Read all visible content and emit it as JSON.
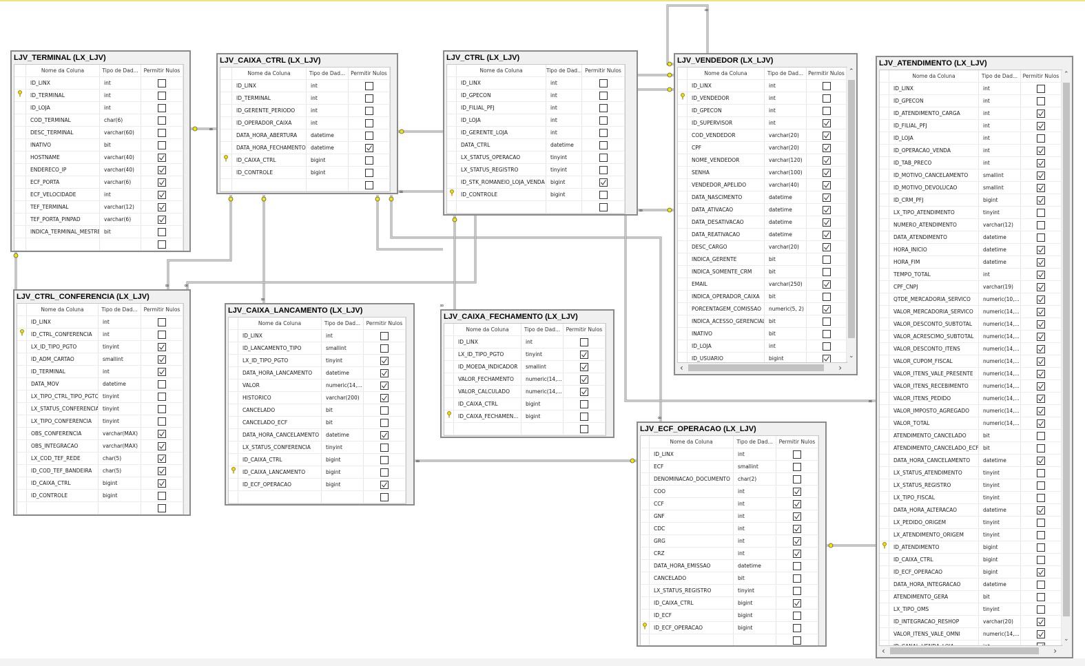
{
  "headers": {
    "name": "Nome da Coluna",
    "type": "Tipo de Dad...",
    "nulls": "Permitir Nulos"
  },
  "tables": [
    {
      "title": "LJV_TERMINAL (LX_LJV)",
      "rows": [
        [
          "ID_LINX",
          "int",
          false,
          false
        ],
        [
          "ID_TERMINAL",
          "int",
          false,
          true
        ],
        [
          "ID_LOJA",
          "int",
          false,
          false
        ],
        [
          "COD_TERMINAL",
          "char(6)",
          false,
          false
        ],
        [
          "DESC_TERMINAL",
          "varchar(60)",
          false,
          false
        ],
        [
          "INATIVO",
          "bit",
          false,
          false
        ],
        [
          "HOSTNAME",
          "varchar(40)",
          true,
          false
        ],
        [
          "ENDERECO_IP",
          "varchar(40)",
          true,
          false
        ],
        [
          "ECF_PORTA",
          "varchar(6)",
          true,
          false
        ],
        [
          "ECF_VELOCIDADE",
          "int",
          true,
          false
        ],
        [
          "TEF_TERMINAL",
          "varchar(12)",
          true,
          false
        ],
        [
          "TEF_PORTA_PINPAD",
          "varchar(6)",
          true,
          false
        ],
        [
          "INDICA_TERMINAL_MESTRE",
          "bit",
          false,
          false
        ]
      ]
    },
    {
      "title": "LJV_CAIXA_CTRL (LX_LJV)",
      "rows": [
        [
          "ID_LINX",
          "int",
          false,
          false
        ],
        [
          "ID_TERMINAL",
          "int",
          false,
          false
        ],
        [
          "ID_GERENTE_PERIODO",
          "int",
          false,
          false
        ],
        [
          "ID_OPERADOR_CAIXA",
          "int",
          false,
          false
        ],
        [
          "DATA_HORA_ABERTURA",
          "datetime",
          false,
          false
        ],
        [
          "DATA_HORA_FECHAMENTO",
          "datetime",
          true,
          false
        ],
        [
          "ID_CAIXA_CTRL",
          "bigint",
          false,
          true
        ],
        [
          "ID_CONTROLE",
          "bigint",
          false,
          false
        ]
      ]
    },
    {
      "title": "LJV_CTRL (LX_LJV)",
      "rows": [
        [
          "ID_LINX",
          "int",
          false,
          false
        ],
        [
          "ID_GPECON",
          "int",
          false,
          false
        ],
        [
          "ID_FILIAL_PFJ",
          "int",
          false,
          false
        ],
        [
          "ID_LOJA",
          "int",
          false,
          false
        ],
        [
          "ID_GERENTE_LOJA",
          "int",
          false,
          false
        ],
        [
          "DATA_CTRL",
          "datetime",
          false,
          false
        ],
        [
          "LX_STATUS_OPERACAO",
          "tinyint",
          false,
          false
        ],
        [
          "LX_STATUS_REGISTRO",
          "tinyint",
          false,
          false
        ],
        [
          "ID_STK_ROMANEIO_LOJA_VENDA",
          "bigint",
          true,
          false
        ],
        [
          "ID_CONTROLE",
          "bigint",
          false,
          true
        ]
      ]
    },
    {
      "title": "LJV_VENDEDOR (LX_LJV)",
      "rows": [
        [
          "ID_LINX",
          "int",
          false,
          false
        ],
        [
          "ID_VENDEDOR",
          "int",
          false,
          true
        ],
        [
          "ID_GPECON",
          "int",
          false,
          false
        ],
        [
          "ID_SUPERVISOR",
          "int",
          true,
          false
        ],
        [
          "COD_VENDEDOR",
          "varchar(20)",
          true,
          false
        ],
        [
          "CPF",
          "varchar(20)",
          true,
          false
        ],
        [
          "NOME_VENDEDOR",
          "varchar(120)",
          true,
          false
        ],
        [
          "SENHA",
          "varchar(100)",
          true,
          false
        ],
        [
          "VENDEDOR_APELIDO",
          "varchar(40)",
          true,
          false
        ],
        [
          "DATA_NASCIMENTO",
          "datetime",
          true,
          false
        ],
        [
          "DATA_ATIVACAO",
          "datetime",
          true,
          false
        ],
        [
          "DATA_DESATIVACAO",
          "datetime",
          true,
          false
        ],
        [
          "DATA_REATIVACAO",
          "datetime",
          true,
          false
        ],
        [
          "DESC_CARGO",
          "varchar(20)",
          true,
          false
        ],
        [
          "INDICA_GERENTE",
          "bit",
          false,
          false
        ],
        [
          "INDICA_SOMENTE_CRM",
          "bit",
          false,
          false
        ],
        [
          "EMAIL",
          "varchar(250)",
          true,
          false
        ],
        [
          "INDICA_OPERADOR_CAIXA",
          "bit",
          false,
          false
        ],
        [
          "PORCENTAGEM_COMISSAO",
          "numeric(5, 2)",
          true,
          false
        ],
        [
          "INDICA_ACESSO_GERENCIAL",
          "bit",
          false,
          false
        ],
        [
          "INATIVO",
          "bit",
          false,
          false
        ],
        [
          "ID_LOJA",
          "int",
          false,
          false
        ],
        [
          "ID_USUARIO",
          "bigint",
          true,
          false
        ]
      ]
    },
    {
      "title": "LJV_ATENDIMENTO (LX_LJV)",
      "rows": [
        [
          "ID_LINX",
          "int",
          false,
          false
        ],
        [
          "ID_GPECON",
          "int",
          false,
          false
        ],
        [
          "ID_ATENDIMENTO_CARGA",
          "int",
          true,
          false
        ],
        [
          "ID_FILIAL_PFJ",
          "int",
          true,
          false
        ],
        [
          "ID_LOJA",
          "int",
          false,
          false
        ],
        [
          "ID_OPERACAO_VENDA",
          "int",
          true,
          false
        ],
        [
          "ID_TAB_PRECO",
          "int",
          true,
          false
        ],
        [
          "ID_MOTIVO_CANCELAMENTO",
          "smallint",
          true,
          false
        ],
        [
          "ID_MOTIVO_DEVOLUCAO",
          "smallint",
          true,
          false
        ],
        [
          "ID_CRM_PFJ",
          "bigint",
          true,
          false
        ],
        [
          "LX_TIPO_ATENDIMENTO",
          "tinyint",
          false,
          false
        ],
        [
          "NUMERO_ATENDIMENTO",
          "varchar(12)",
          false,
          false
        ],
        [
          "DATA_ATENDIMENTO",
          "datetime",
          false,
          false
        ],
        [
          "HORA_INICIO",
          "datetime",
          true,
          false
        ],
        [
          "HORA_FIM",
          "datetime",
          true,
          false
        ],
        [
          "TEMPO_TOTAL",
          "int",
          true,
          false
        ],
        [
          "CPF_CNPJ",
          "varchar(19)",
          true,
          false
        ],
        [
          "QTDE_MERCADORIA_SERVICO",
          "numeric(10,...",
          true,
          false
        ],
        [
          "VALOR_MERCADORIA_SERVICO",
          "numeric(14,...",
          true,
          false
        ],
        [
          "VALOR_DESCONTO_SUBTOTAL",
          "numeric(14,...",
          true,
          false
        ],
        [
          "VALOR_ACRESCIMO_SUBTOTAL",
          "numeric(14,...",
          true,
          false
        ],
        [
          "VALOR_DESCONTO_ITENS",
          "numeric(14,...",
          true,
          false
        ],
        [
          "VALOR_CUPOM_FISCAL",
          "numeric(14,...",
          true,
          false
        ],
        [
          "VALOR_ITENS_VALE_PRESENTE",
          "numeric(14,...",
          true,
          false
        ],
        [
          "VALOR_ITENS_RECEBIMENTO",
          "numeric(14,...",
          true,
          false
        ],
        [
          "VALOR_ITENS_PEDIDO",
          "numeric(14,...",
          true,
          false
        ],
        [
          "VALOR_IMPOSTO_AGREGADO",
          "numeric(14,...",
          true,
          false
        ],
        [
          "VALOR_TOTAL",
          "numeric(14,...",
          true,
          false
        ],
        [
          "ATENDIMENTO_CANCELADO",
          "bit",
          false,
          false
        ],
        [
          "ATENDIMENTO_CANCELADO_ECF",
          "bit",
          false,
          false
        ],
        [
          "DATA_HORA_CANCELAMENTO",
          "datetime",
          true,
          false
        ],
        [
          "LX_STATUS_ATENDIMENTO",
          "tinyint",
          false,
          false
        ],
        [
          "LX_STATUS_REGISTRO",
          "tinyint",
          false,
          false
        ],
        [
          "LX_TIPO_FISCAL",
          "tinyint",
          false,
          false
        ],
        [
          "DATA_HORA_ALTERACAO",
          "datetime",
          true,
          false
        ],
        [
          "LX_PEDIDO_ORIGEM",
          "tinyint",
          false,
          false
        ],
        [
          "LX_ATENDIMENTO_ORIGEM",
          "tinyint",
          false,
          false
        ],
        [
          "ID_ATENDIMENTO",
          "bigint",
          false,
          true
        ],
        [
          "ID_CAIXA_CTRL",
          "bigint",
          false,
          false
        ],
        [
          "ID_ECF_OPERACAO",
          "bigint",
          true,
          false
        ],
        [
          "DATA_HORA_INTEGRACAO",
          "datetime",
          false,
          false
        ],
        [
          "ATENDIMENTO_GERA",
          "bit",
          false,
          false
        ],
        [
          "LX_TIPO_OMS",
          "tinyint",
          false,
          false
        ],
        [
          "ID_INTEGRACAO_RESHOP",
          "varchar(20)",
          true,
          false
        ],
        [
          "VALOR_ITENS_VALE_OMNI",
          "numeric(14,...",
          true,
          false
        ],
        [
          "ID_CANAL_VENDA_LOJA",
          "int",
          true,
          false
        ]
      ]
    },
    {
      "title": "LJV_CTRL_CONFERENCIA (LX_LJV)",
      "rows": [
        [
          "ID_LINX",
          "int",
          false,
          false
        ],
        [
          "ID_CTRL_CONFERENCIA",
          "int",
          false,
          true
        ],
        [
          "LX_ID_TIPO_PGTO",
          "tinyint",
          true,
          false
        ],
        [
          "ID_ADM_CARTAO",
          "smallint",
          true,
          false
        ],
        [
          "ID_TERMINAL",
          "int",
          true,
          false
        ],
        [
          "DATA_MOV",
          "datetime",
          false,
          false
        ],
        [
          "LX_TIPO_CTRL_TIPO_PGTO",
          "tinyint",
          false,
          false
        ],
        [
          "LX_STATUS_CONFERENCIA",
          "tinyint",
          false,
          false
        ],
        [
          "LX_TIPO_CONFERENCIA",
          "tinyint",
          false,
          false
        ],
        [
          "OBS_CONFERENCIA",
          "varchar(MAX)",
          true,
          false
        ],
        [
          "OBS_INTEGRACAO",
          "varchar(MAX)",
          true,
          false
        ],
        [
          "LX_COD_TEF_REDE",
          "char(5)",
          true,
          false
        ],
        [
          "ID_COD_TEF_BANDEIRA",
          "char(5)",
          true,
          false
        ],
        [
          "ID_CAIXA_CTRL",
          "bigint",
          true,
          false
        ],
        [
          "ID_CONTROLE",
          "bigint",
          false,
          false
        ]
      ]
    },
    {
      "title": "LJV_CAIXA_LANCAMENTO (LX_LJV)",
      "rows": [
        [
          "ID_LINX",
          "int",
          false,
          false
        ],
        [
          "ID_LANCAMENTO_TIPO",
          "smallint",
          false,
          false
        ],
        [
          "LX_ID_TIPO_PGTO",
          "tinyint",
          true,
          false
        ],
        [
          "DATA_HORA_LANCAMENTO",
          "datetime",
          true,
          false
        ],
        [
          "VALOR",
          "numeric(14,...",
          true,
          false
        ],
        [
          "HISTORICO",
          "varchar(200)",
          true,
          false
        ],
        [
          "CANCELADO",
          "bit",
          false,
          false
        ],
        [
          "CANCELADO_ECF",
          "bit",
          false,
          false
        ],
        [
          "DATA_HORA_CANCELAMENTO",
          "datetime",
          true,
          false
        ],
        [
          "LX_STATUS_CONFERENCIA",
          "tinyint",
          false,
          false
        ],
        [
          "ID_CAIXA_CTRL",
          "bigint",
          false,
          false
        ],
        [
          "ID_CAIXA_LANCAMENTO",
          "bigint",
          false,
          true
        ],
        [
          "ID_ECF_OPERACAO",
          "bigint",
          true,
          false
        ]
      ]
    },
    {
      "title": "LJV_CAIXA_FECHAMENTO (LX_LJV)",
      "rows": [
        [
          "ID_LINX",
          "int",
          false,
          false
        ],
        [
          "LX_ID_TIPO_PGTO",
          "tinyint",
          true,
          false
        ],
        [
          "ID_MOEDA_INDICADOR",
          "smallint",
          true,
          false
        ],
        [
          "VALOR_FECHAMENTO",
          "numeric(14,...",
          true,
          false
        ],
        [
          "VALOR_CALCULADO",
          "numeric(14,...",
          true,
          false
        ],
        [
          "ID_CAIXA_CTRL",
          "bigint",
          false,
          false
        ],
        [
          "ID_CAIXA_FECHAMEN...",
          "bigint",
          false,
          true
        ]
      ]
    },
    {
      "title": "LJV_ECF_OPERACAO (LX_LJV)",
      "rows": [
        [
          "ID_LINX",
          "int",
          false,
          false
        ],
        [
          "ECF",
          "smallint",
          false,
          false
        ],
        [
          "DENOMINACAO_DOCUMENTO",
          "char(2)",
          false,
          false
        ],
        [
          "COO",
          "int",
          true,
          false
        ],
        [
          "CCF",
          "int",
          true,
          false
        ],
        [
          "GNF",
          "int",
          true,
          false
        ],
        [
          "CDC",
          "int",
          true,
          false
        ],
        [
          "GRG",
          "int",
          true,
          false
        ],
        [
          "CRZ",
          "int",
          true,
          false
        ],
        [
          "DATA_HORA_EMISSAO",
          "datetime",
          false,
          false
        ],
        [
          "CANCELADO",
          "bit",
          false,
          false
        ],
        [
          "LX_STATUS_REGISTRO",
          "tinyint",
          false,
          false
        ],
        [
          "ID_CAIXA_CTRL",
          "bigint",
          true,
          false
        ],
        [
          "ID_ECF",
          "bigint",
          false,
          false
        ],
        [
          "ID_ECF_OPERACAO",
          "bigint",
          false,
          true
        ]
      ]
    }
  ]
}
